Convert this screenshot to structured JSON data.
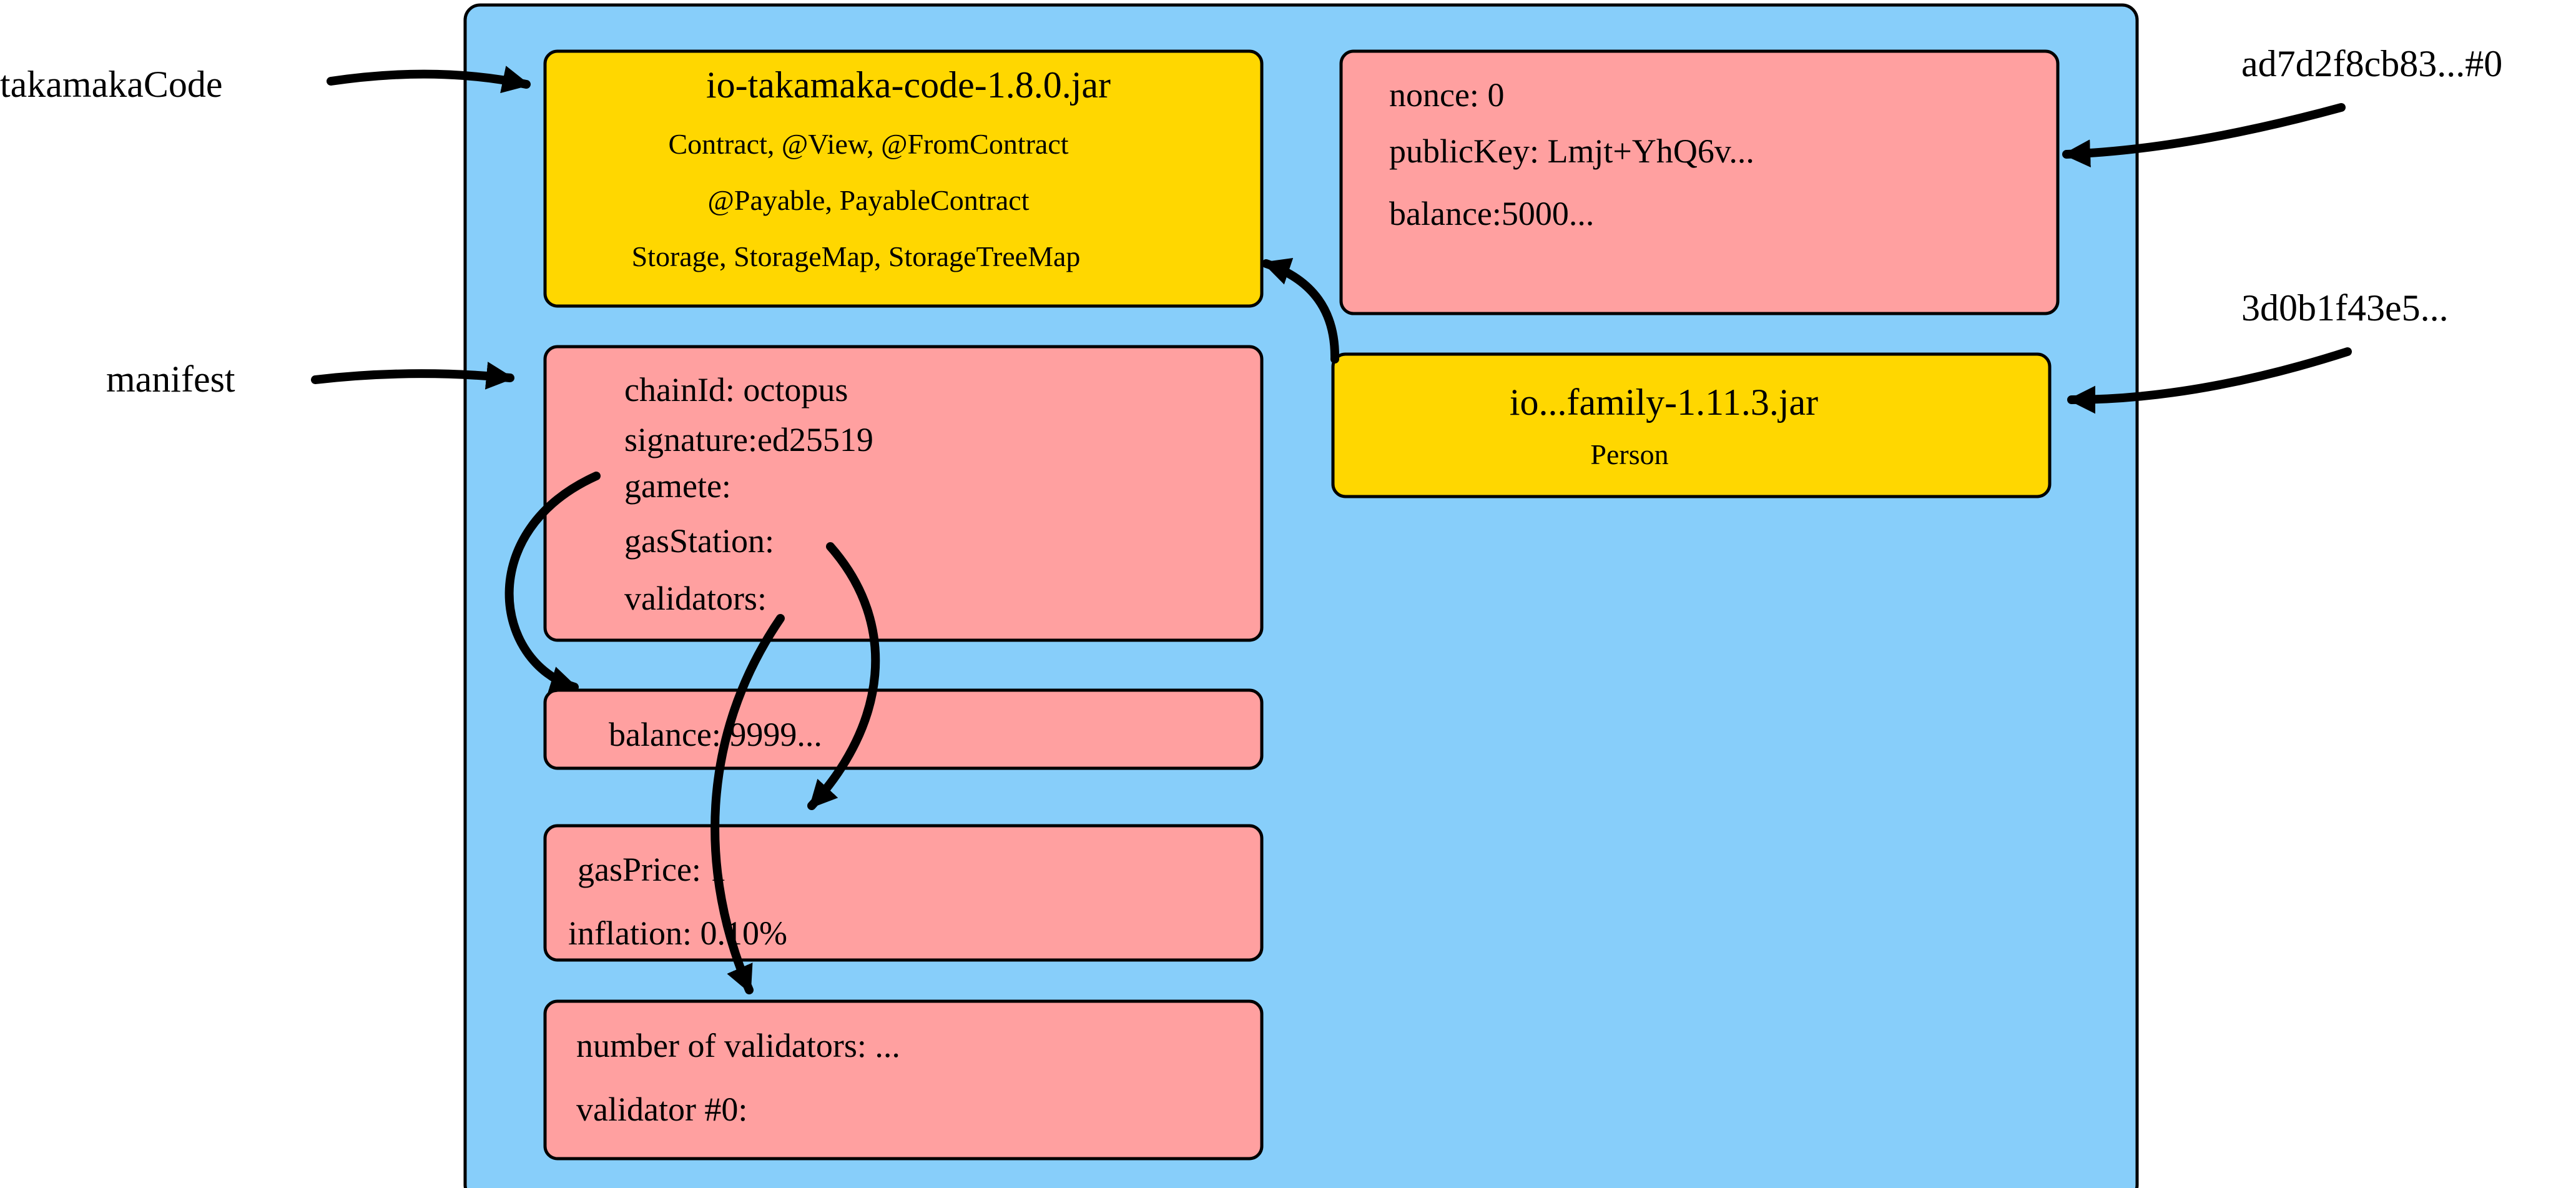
{
  "labels": {
    "takamaka_code": "takamakaCode",
    "manifest": "manifest",
    "account_ref": "ad7d2f8cb83...#0",
    "family_ref": "3d0b1f43e5..."
  },
  "takamaka_jar": {
    "title": "io-takamaka-code-1.8.0.jar",
    "line1": "Contract, @View, @FromContract",
    "line2": "@Payable, PayableContract",
    "line3": "Storage, StorageMap, StorageTreeMap"
  },
  "manifest_box": {
    "chain_id": "chainId: octopus",
    "signature": "signature:ed25519",
    "gamete": "gamete:",
    "gas_station": "gasStation:",
    "validators": "validators:"
  },
  "gamete_box": {
    "balance": "balance: 9999..."
  },
  "gas_station_box": {
    "gas_price": "gasPrice: 1",
    "inflation": "inflation: 0.10%"
  },
  "validators_box": {
    "count": "number of validators: ...",
    "validator0": "validator #0:"
  },
  "account_box": {
    "nonce": "nonce: 0",
    "public_key": "publicKey: Lmjt+YhQ6v...",
    "balance": "balance:5000..."
  },
  "family_jar": {
    "title": "io...family-1.11.3.jar",
    "content": "Person"
  },
  "colors": {
    "store_background": "#87CEFA",
    "jar_fill": "#FFD700",
    "object_fill": "#FFA0A0",
    "stroke": "#000000",
    "arrow": "#000000",
    "arrow_tint": "#FFD700"
  }
}
